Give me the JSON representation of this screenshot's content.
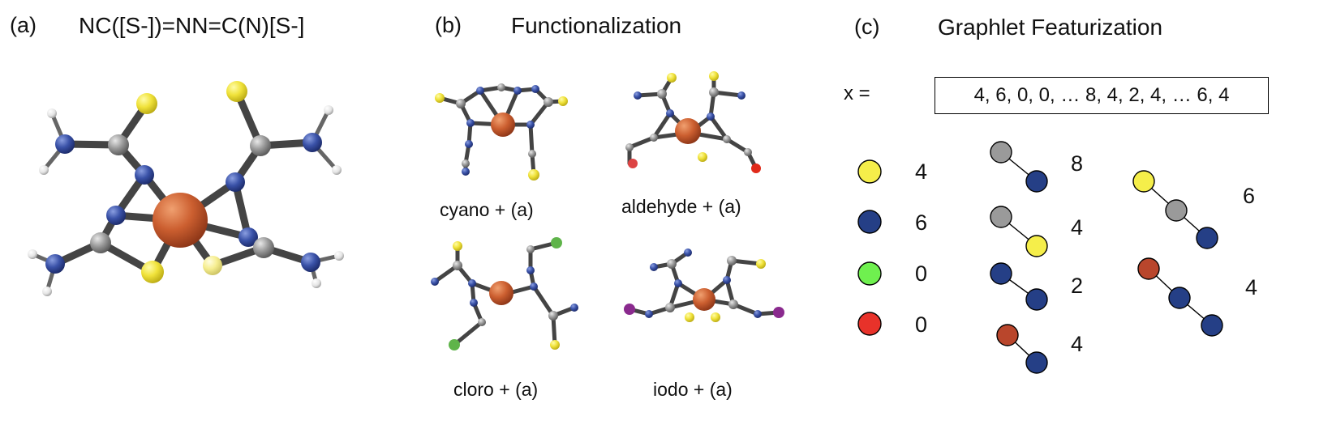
{
  "panel_a": {
    "label": "(a)",
    "smiles": "NC([S-])=NN=C(N)[S-]"
  },
  "panel_b": {
    "label": "(b)",
    "title": "Functionalization",
    "variants": [
      {
        "caption": "cyano +  (a)"
      },
      {
        "caption": "aldehyde +  (a)"
      },
      {
        "caption": "cloro + (a)"
      },
      {
        "caption": "iodo + (a)"
      }
    ]
  },
  "panel_c": {
    "label": "(c)",
    "title": "Graphlet Featurization",
    "vector_prefix": "x =",
    "vector": "4, 6, 0, 0, … 8, 4, 2, 4, … 6, 4",
    "single_nodes": [
      {
        "color": "#f5ee4a",
        "count": "4"
      },
      {
        "color": "#253f86",
        "count": "6"
      },
      {
        "color": "#6ff04f",
        "count": "0"
      },
      {
        "color": "#e8322a",
        "count": "0"
      }
    ],
    "pairs": [
      {
        "colors": [
          "#9a9a9a",
          "#253f86"
        ],
        "count": "8"
      },
      {
        "colors": [
          "#9a9a9a",
          "#f5ee4a"
        ],
        "count": "4"
      },
      {
        "colors": [
          "#253f86",
          "#253f86"
        ],
        "count": "2"
      },
      {
        "colors": [
          "#b9462c",
          "#253f86"
        ],
        "count": "4"
      }
    ],
    "triples": [
      {
        "colors": [
          "#f5ee4a",
          "#9a9a9a",
          "#253f86"
        ],
        "count": "6"
      },
      {
        "colors": [
          "#b9462c",
          "#253f86",
          "#253f86"
        ],
        "count": "4"
      }
    ]
  }
}
